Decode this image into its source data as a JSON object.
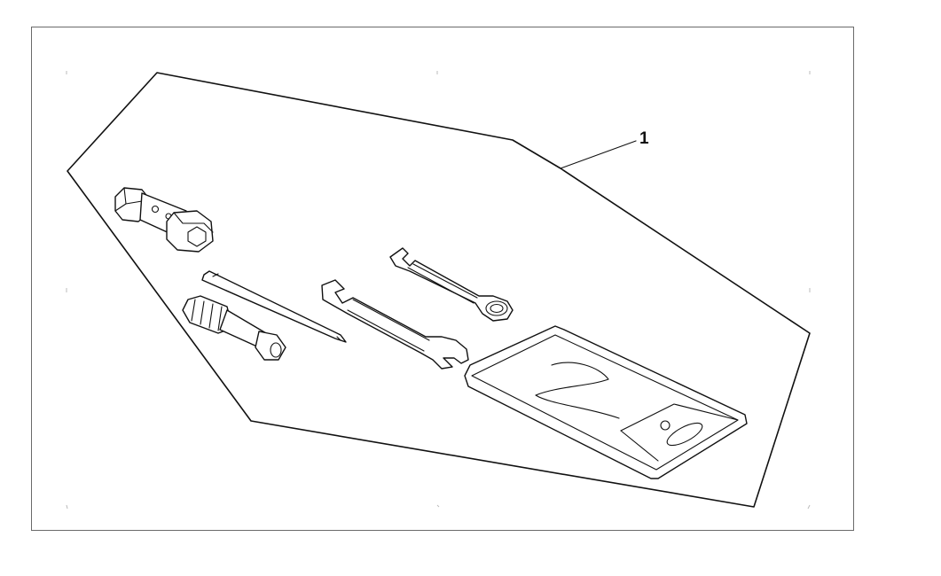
{
  "diagram": {
    "callouts": [
      {
        "id": "1",
        "label": "1"
      }
    ],
    "parts": [
      {
        "name": "spark-plug-wrench",
        "icon": "spark-plug-wrench-icon"
      },
      {
        "name": "screwdriver",
        "icon": "screwdriver-icon"
      },
      {
        "name": "screwdriver-bit",
        "icon": "screwdriver-bit-icon"
      },
      {
        "name": "open-end-wrench-large",
        "icon": "wrench-icon"
      },
      {
        "name": "combination-wrench-small",
        "icon": "wrench-icon"
      },
      {
        "name": "tool-bag",
        "icon": "tool-bag-icon"
      }
    ],
    "colors": {
      "line": "#111111",
      "frame": "#6a6a6a",
      "background": "#ffffff"
    }
  }
}
